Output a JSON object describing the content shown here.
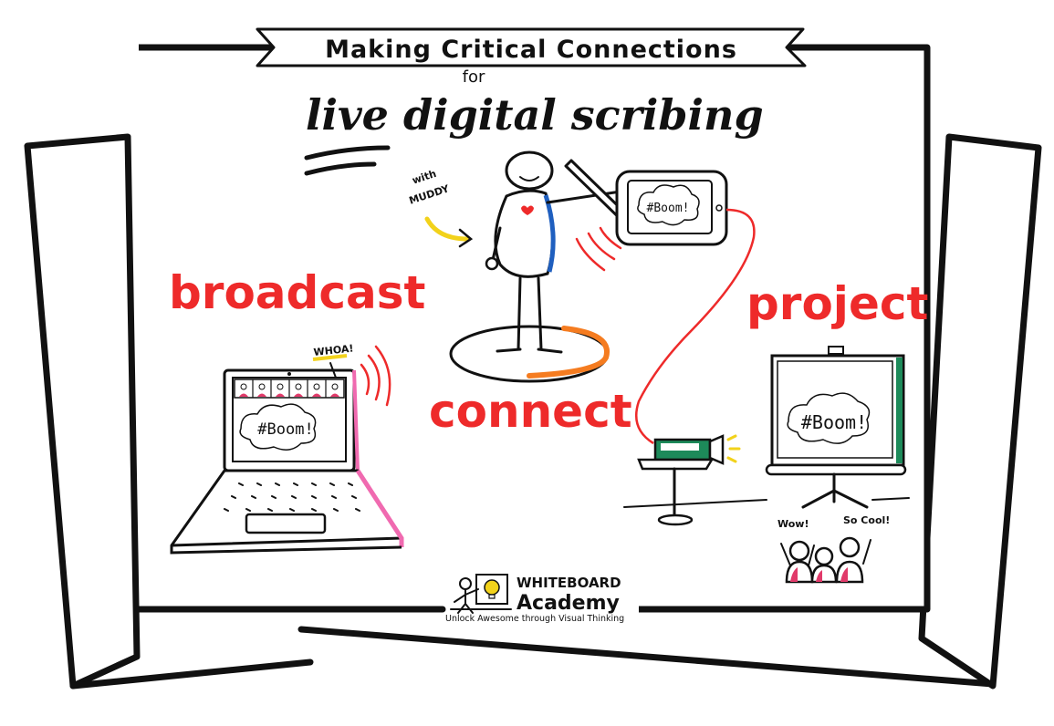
{
  "banner": {
    "title": "Making Critical Connections",
    "for": "for"
  },
  "subtitle": "live digital scribing",
  "labels": {
    "broadcast": "broadcast",
    "connect": "connect",
    "project": "project"
  },
  "annotations": {
    "with": "with",
    "muddy": "MUDDY",
    "whoa": "WHOA!",
    "wow": "Wow!",
    "so_cool": "So Cool!"
  },
  "screens": {
    "tablet_text": "#Boom!",
    "laptop_text": "#Boom!",
    "projector_text": "#Boom!"
  },
  "logo": {
    "line1": "WHITEBOARD",
    "line2": "Academy",
    "tagline": "Unlock Awesome through Visual Thinking"
  },
  "colors": {
    "red": "#ee2a2a",
    "blue": "#1f5fbf",
    "orange": "#f57c20",
    "pink": "#f06ab0",
    "green": "#1d8a5a",
    "yellow": "#f2d21b",
    "ink": "#111111"
  },
  "icons": [
    "stick-figure-icon",
    "stylus-icon",
    "tablet-icon",
    "laptop-icon",
    "projector-icon",
    "projection-screen-icon",
    "audience-icon",
    "lightbulb-icon"
  ]
}
